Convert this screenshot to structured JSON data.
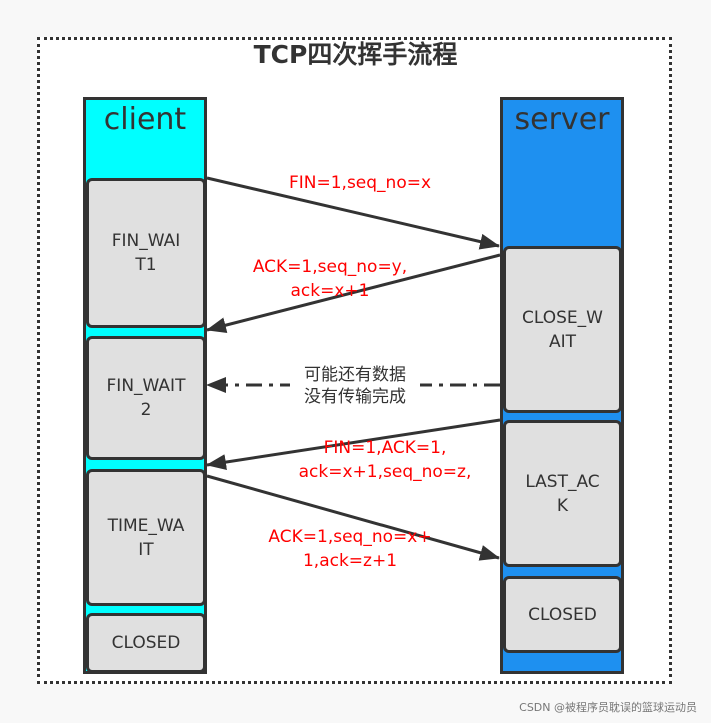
{
  "title": "TCP四次挥手流程",
  "colors": {
    "client_lane": "#00ffff",
    "server_lane": "#1e90f0",
    "state_fill": "#e0e0e0",
    "message_text": "#ff0000",
    "stroke": "#333333"
  },
  "lanes": {
    "client": {
      "label": "client",
      "states": [
        "FIN_WAI\nT1",
        "FIN_WAIT\n2",
        "TIME_WA\nIT",
        "CLOSED"
      ]
    },
    "server": {
      "label": "server",
      "states": [
        "CLOSE_W\nAIT",
        "LAST_AC\nK",
        "CLOSED"
      ]
    }
  },
  "messages": [
    {
      "label": "FIN=1,seq_no=x",
      "direction": "client-to-server"
    },
    {
      "label": "ACK=1,seq_no=y,\nack=x+1",
      "direction": "server-to-client"
    },
    {
      "label": "可能还有数据\n没有传输完成",
      "direction": "server-to-client",
      "style": "dash-dot"
    },
    {
      "label": "FIN=1,ACK=1,\nack=x+1,seq_no=z,",
      "direction": "server-to-client"
    },
    {
      "label": "ACK=1,seq_no=x+\n1,ack=z+1",
      "direction": "client-to-server"
    }
  ],
  "watermark": "CSDN @被程序员耽误的篮球运动员"
}
